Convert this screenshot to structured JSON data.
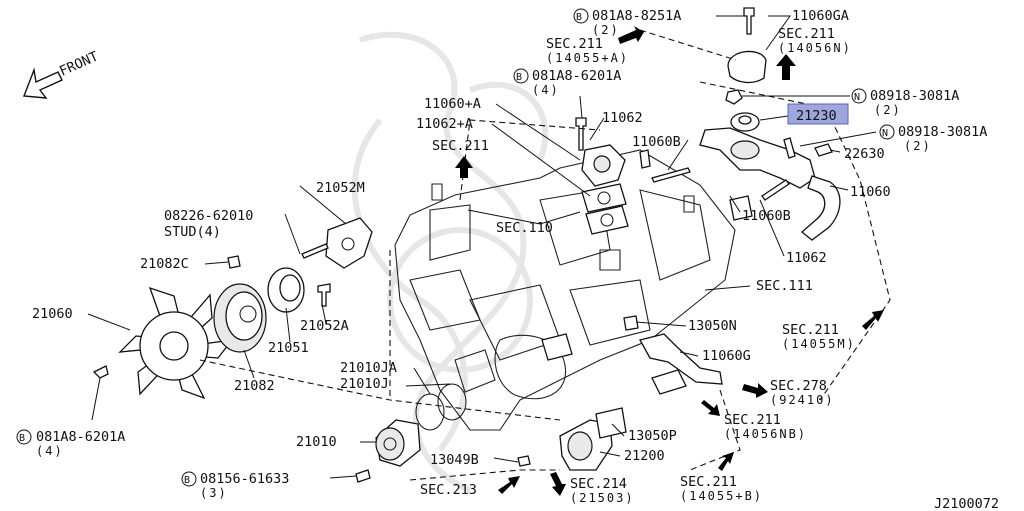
{
  "diagram_id": "J2100072",
  "front_label": "FRONT",
  "parts": {
    "p_11060": "11060",
    "p_11060b_upper": "11060B",
    "p_11060b_lower": "11060B",
    "p_11062_upper": "11062",
    "p_11062_lower": "11062",
    "p_11060ga": "11060GA",
    "p_11060g": "11060G",
    "p_11060a": "11060+A",
    "p_11062a": "11062+A",
    "p_21230": "21230",
    "p_22630": "22630",
    "p_21052m": "21052M",
    "p_21052a": "21052A",
    "p_21051": "21051",
    "p_21082": "21082",
    "p_21082c": "21082C",
    "p_21060": "21060",
    "p_21010ja": "21010JA",
    "p_21010j": "21010J",
    "p_21010": "21010",
    "p_13049b": "13049B",
    "p_13050n": "13050N",
    "p_13050p": "13050P",
    "p_21200": "21200",
    "p_08226": "08226-62010",
    "stud": "STUD(4)"
  },
  "bolts": {
    "b1": {
      "mark": "B",
      "code": "081A8-8251A",
      "qty": "(2)"
    },
    "b2": {
      "mark": "B",
      "code": "081A8-6201A",
      "qty": "(4)"
    },
    "b3": {
      "mark": "B",
      "code": "081A8-6201A",
      "qty": "(4)"
    },
    "b4": {
      "mark": "B",
      "code": "08156-61633",
      "qty": "(3)"
    },
    "n1": {
      "mark": "N",
      "code": "08918-3081A",
      "qty": "(2)"
    },
    "n2": {
      "mark": "N",
      "code": "08918-3081A",
      "qty": "(2)"
    }
  },
  "sections": {
    "s1": {
      "line1": "SEC.211",
      "line2": "(14055+A)"
    },
    "s2": {
      "line1": "SEC.211",
      "line2": "(14056N)"
    },
    "s3": {
      "line1": "SEC.211",
      "line2": ""
    },
    "s4": {
      "line1": "SEC.110",
      "line2": ""
    },
    "s5": {
      "line1": "SEC.111",
      "line2": ""
    },
    "s6": {
      "line1": "SEC.211",
      "line2": "(14055M)"
    },
    "s7": {
      "line1": "SEC.278",
      "line2": "(92410)"
    },
    "s8": {
      "line1": "SEC.211",
      "line2": "(14056NB)"
    },
    "s9": {
      "line1": "SEC.211",
      "line2": "(14055+B)"
    },
    "s10": {
      "line1": "SEC.213",
      "line2": ""
    },
    "s11": {
      "line1": "SEC.214",
      "line2": "(21503)"
    }
  },
  "highlight_color": "#9ea6dc"
}
